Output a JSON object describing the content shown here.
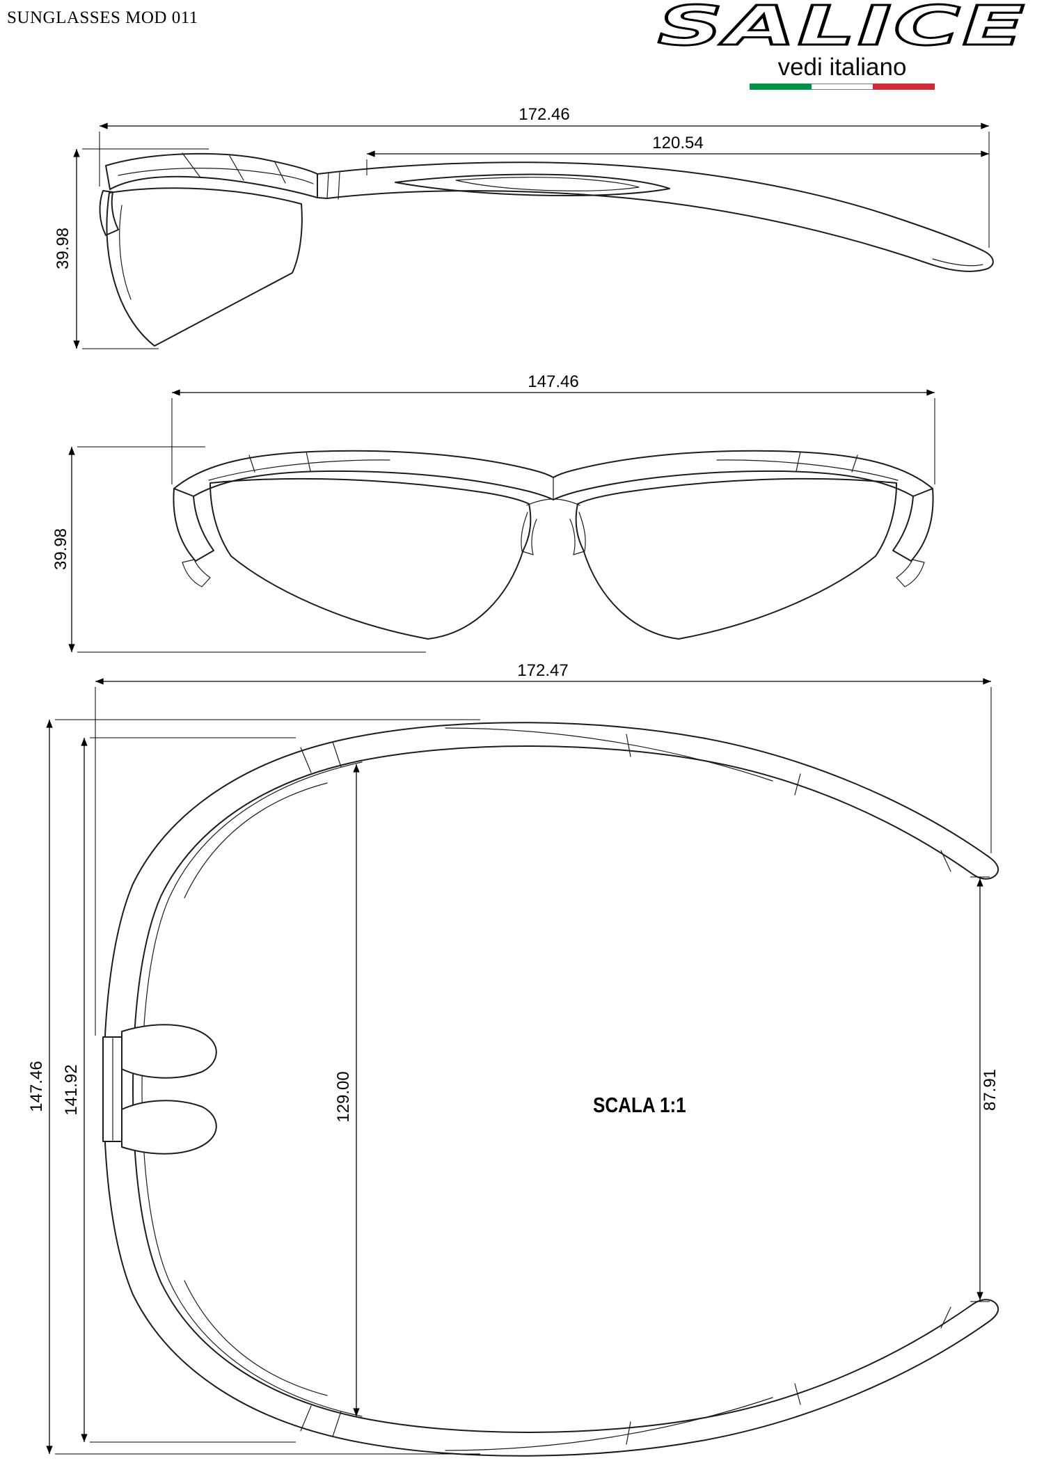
{
  "header": {
    "title": "SUNGLASSES MOD 011",
    "brand": "SALICE",
    "tagline": "vedi italiano"
  },
  "flag_colors": {
    "green": "#009246",
    "white": "#ffffff",
    "red": "#ce2b37"
  },
  "drawing": {
    "scale_label": "SCALA 1:1",
    "side_view": {
      "overall_length": "172.46",
      "temple_length": "120.54",
      "lens_height": "39.98"
    },
    "front_view": {
      "overall_width": "147.46",
      "lens_height": "39.98"
    },
    "top_view": {
      "overall_length": "172.47",
      "frame_width_outer": "147.46",
      "frame_width_inner": "141.92",
      "lens_span": "129.00",
      "temple_tip_gap": "87.91"
    }
  }
}
